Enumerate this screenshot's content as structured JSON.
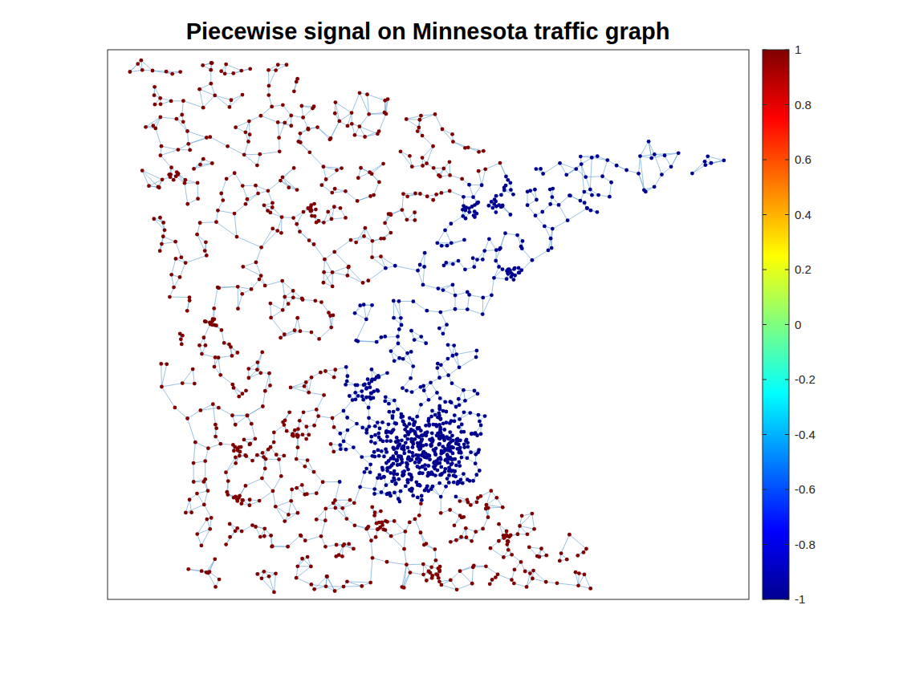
{
  "diagram": {
    "title": "Piecewise signal on Minnesota traffic graph",
    "labels": [
      "1",
      "0.8",
      "0.6",
      "0.4",
      "0.2",
      "0",
      "-0.2",
      "-0.4",
      "-0.6",
      "-0.8",
      "-1"
    ]
  }
}
